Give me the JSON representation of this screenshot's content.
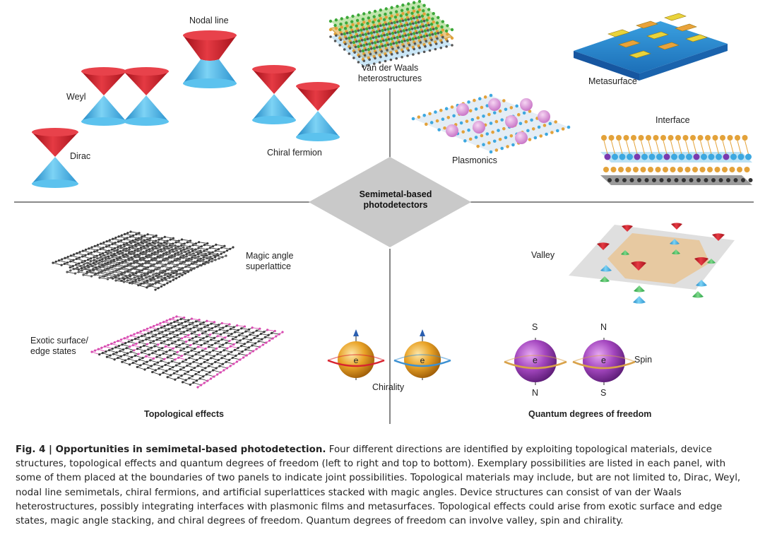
{
  "panels": {
    "topological_materials": {
      "dirac": "Dirac",
      "weyl": "Weyl",
      "nodal_line": "Nodal line",
      "chiral_fermion": "Chiral fermion"
    },
    "device_structures": {
      "vdw_line1": "Van der Waals",
      "vdw_line2": "heterostructures",
      "metasurface": "Metasurface",
      "plasmonics": "Plasmonics",
      "interface": "Interface"
    },
    "topological_effects": {
      "magic_line1": "Magic angle",
      "magic_line2": "superlattice",
      "exotic_line1": "Exotic surface/",
      "exotic_line2": "edge states",
      "chirality": "Chirality",
      "title": "Topological effects"
    },
    "quantum_dof": {
      "valley": "Valley",
      "spin": "Spin",
      "s_top": "S",
      "n_bottom": "N",
      "n_top": "N",
      "s_bottom": "S",
      "electron": "e",
      "title": "Quantum degrees of freedom"
    }
  },
  "center": {
    "line1": "Semimetal-based",
    "line2": "photodetectors"
  },
  "caption": {
    "title": "Fig. 4 | Opportunities in semimetal-based photodetection.",
    "body": "Four different directions are identified by exploiting topological materials, device structures, topological effects and quantum degrees of freedom (left to right and top to bottom). Exemplary possibilities are listed in each panel, with some of them placed at the boundaries of two panels to indicate joint possibilities. Topological materials may include, but are not limited to, Dirac, Weyl, nodal line semimetals, chiral fermions, and artificial superlattices stacked with magic angles. Device structures can consist of van der Waals heterostructures, possibly integrating interfaces with plasmonic films and metasurfaces. Topological effects could arise from exotic surface and edge states, magic angle stacking, and chiral degrees of freedom. Quantum degrees of freedom can involve valley, spin and chirality."
  },
  "colors": {
    "cone_red": "#d8242f",
    "cone_blue": "#3fb0e6",
    "diamond": "#c9c9c9",
    "divider": "#444444",
    "sphere_orange": "#e39a1f",
    "sphere_purple": "#9b3fb6",
    "lattice": "#3a3a3a",
    "edge_pink": "#d84ab0"
  }
}
